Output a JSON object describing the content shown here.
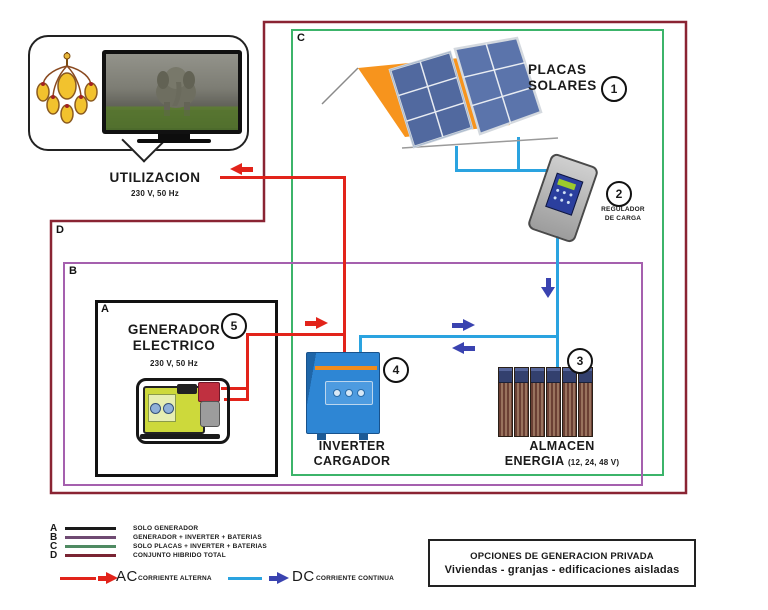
{
  "zones": {
    "a": "A",
    "b": "B",
    "c": "C",
    "d": "D"
  },
  "components": {
    "utilizacion": {
      "label": "UTILIZACION",
      "spec": "230 V, 50 Hz"
    },
    "placas": {
      "line1": "PLACAS",
      "line2": "SOLARES",
      "number": "1"
    },
    "regulador": {
      "line1": "REGULADOR",
      "line2": "DE CARGA",
      "number": "2"
    },
    "almacen": {
      "line1": "ALMACEN",
      "line2": "ENERGIA",
      "spec": "(12, 24, 48 V)",
      "number": "3"
    },
    "inverter": {
      "line1": "INVERTER",
      "line2": "CARGADOR",
      "number": "4"
    },
    "generador": {
      "line1": "GENERADOR",
      "line2": "ELECTRICO",
      "spec": "230 V, 50 Hz",
      "number": "5"
    }
  },
  "legend": {
    "rows": [
      {
        "key": "A",
        "color": "#1a1a1a",
        "label": "SOLO GENERADOR"
      },
      {
        "key": "B",
        "color": "#6f4a72",
        "label": "GENERADOR + INVERTER + BATERIAS"
      },
      {
        "key": "C",
        "color": "#4f8a62",
        "label": "SOLO PLACAS + INVERTER + BATERIAS"
      },
      {
        "key": "D",
        "color": "#7a2433",
        "label": "CONJUNTO HIBRIDO TOTAL"
      }
    ],
    "ac": {
      "abbr": "AC",
      "label": "CORRIENTE ALTERNA"
    },
    "dc": {
      "abbr": "DC",
      "label": "CORRIENTE CONTINUA"
    }
  },
  "options_box": {
    "line1": "OPCIONES DE GENERACION PRIVADA",
    "line2": "Viviendas - granjas - edificaciones aisladas"
  },
  "colors": {
    "zone_a_border": "#111111",
    "zone_b_border": "#a560ae",
    "zone_c_border": "#3cb46a",
    "zone_d_border": "#8a2433",
    "ac_red": "#e2231a",
    "dc_light_blue": "#2aa3e0",
    "dc_arrow_blue": "#3a43b0",
    "roof_orange": "#f7941d"
  }
}
